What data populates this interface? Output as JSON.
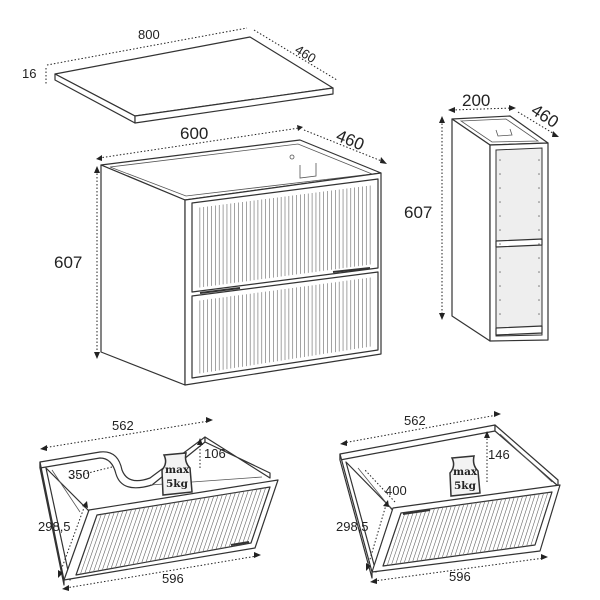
{
  "top": {
    "width": "800",
    "depth": "460",
    "thickness": "16"
  },
  "cabinet": {
    "width": "600",
    "depth": "460",
    "height": "607"
  },
  "shelf": {
    "width": "200",
    "depth": "460",
    "height": "607"
  },
  "drawer_upper": {
    "inner_width": "562",
    "depth": "350",
    "height": "106",
    "front_height": "298,5",
    "front_width": "596",
    "load_line1": "max",
    "load_line2": "5kg"
  },
  "drawer_lower": {
    "inner_width": "562",
    "depth": "400",
    "height": "146",
    "front_height": "298,5",
    "front_width": "596",
    "load_line1": "max",
    "load_line2": "5kg"
  }
}
